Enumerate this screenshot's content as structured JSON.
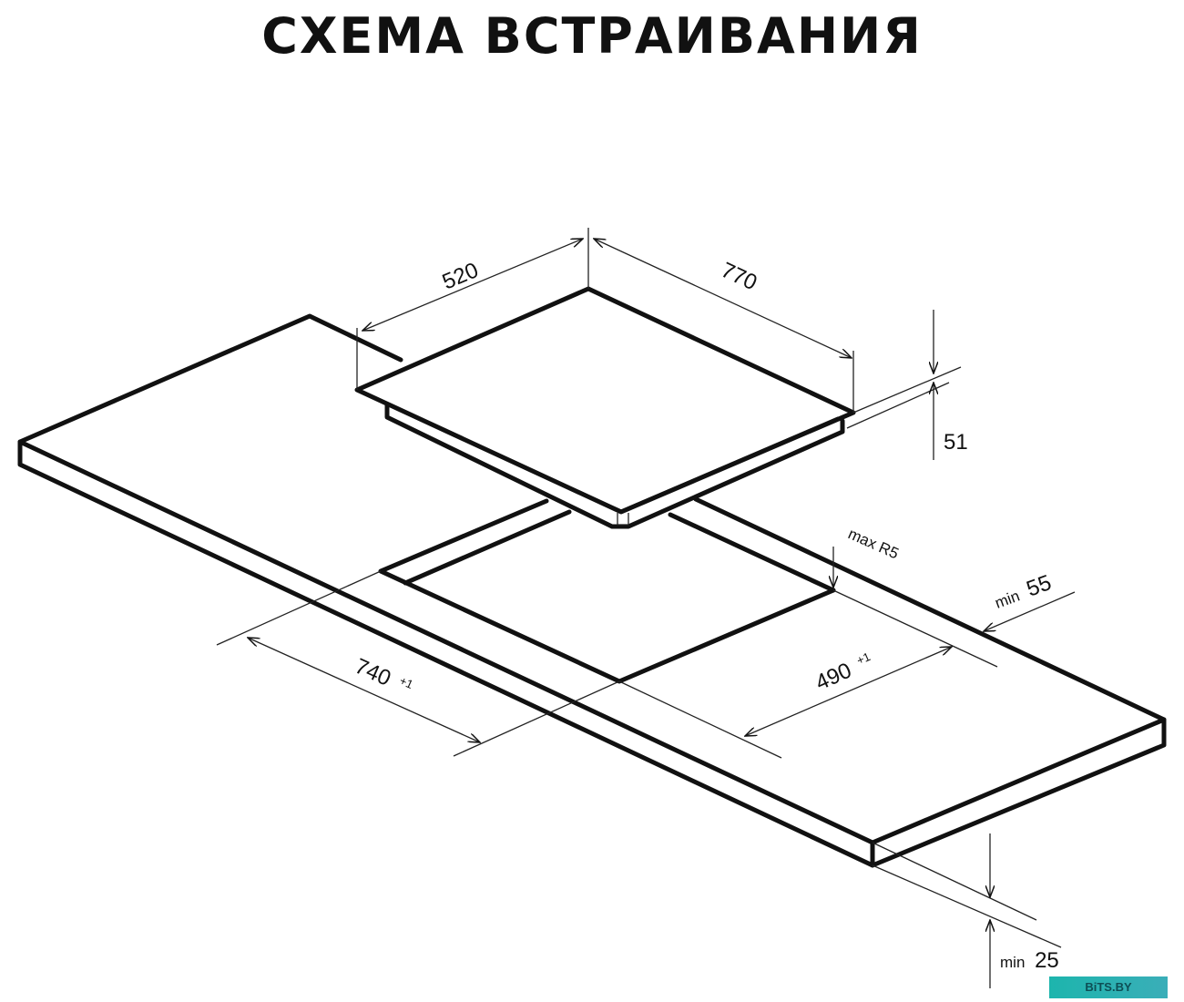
{
  "title": "СХЕМА ВСТРАИВАНИЯ",
  "dimensions": {
    "hob_depth": "520",
    "hob_width": "770",
    "hob_height": "51",
    "cutout_width": "740",
    "cutout_width_tol": "+1",
    "cutout_depth": "490",
    "cutout_depth_tol": "+1",
    "corner_radius": "max R5",
    "min_back_gap_prefix": "min",
    "min_back_gap": "55",
    "min_thickness_prefix": "min",
    "min_thickness": "25"
  },
  "watermark": "BiTS.BY"
}
